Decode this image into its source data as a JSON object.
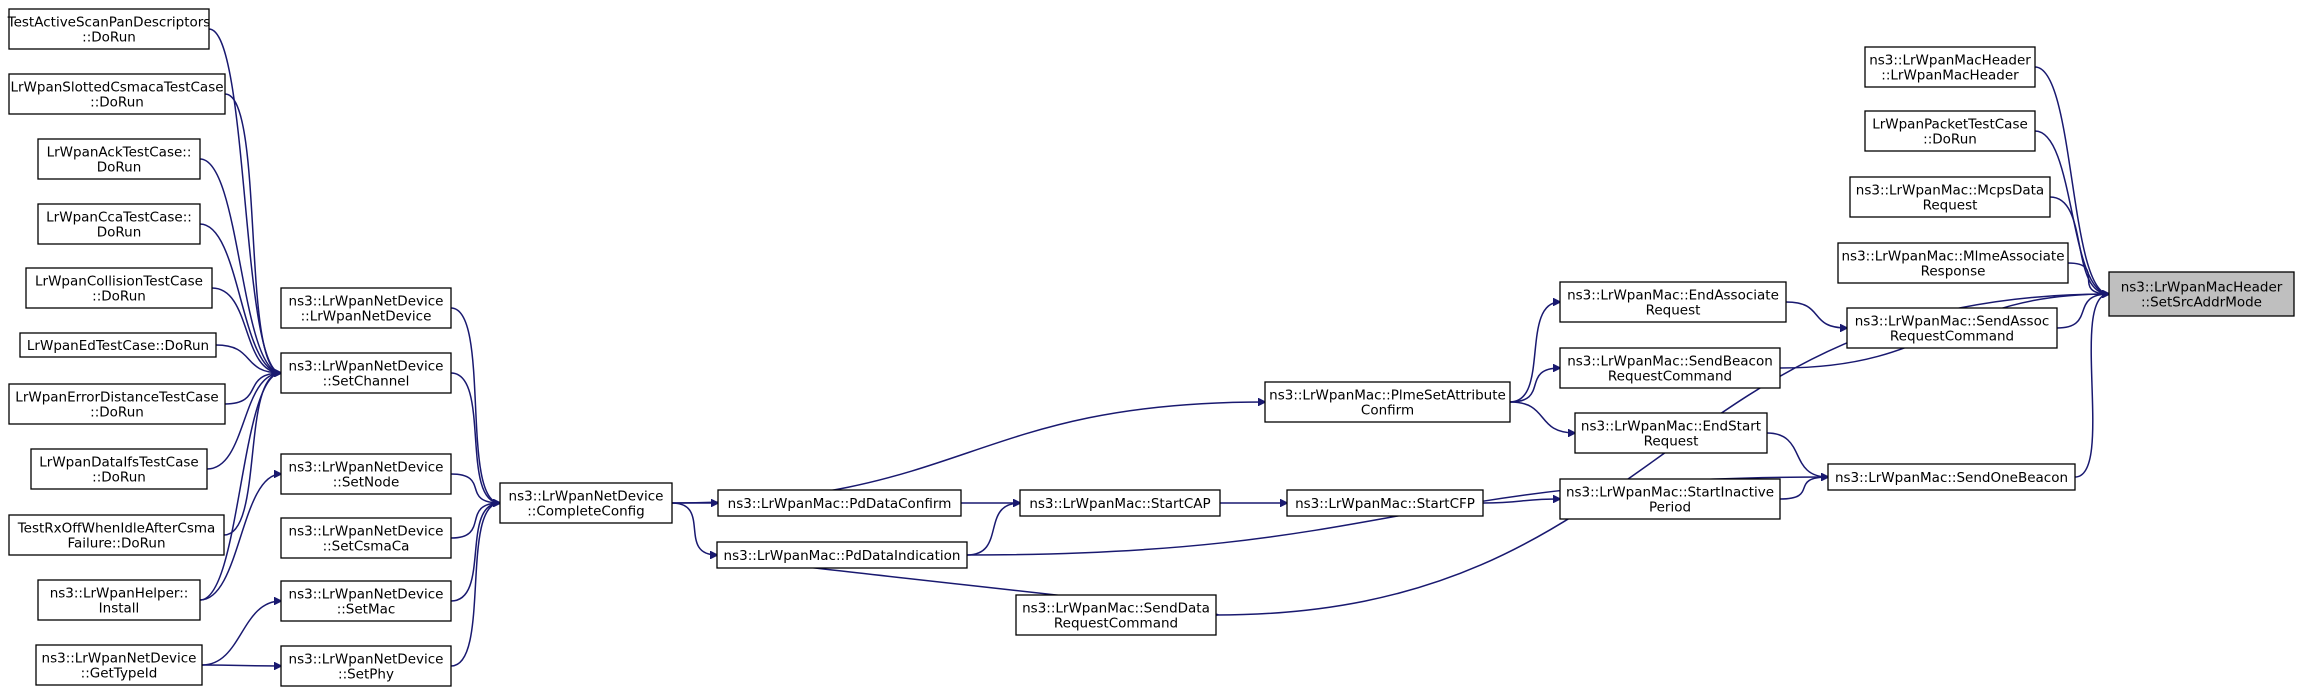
{
  "diagram": {
    "type": "caller-graph",
    "focus_node": "n0",
    "colors": {
      "edge": "#191970",
      "node_border": "#000000",
      "focus_fill": "#bfbfbf",
      "background": "#ffffff"
    },
    "nodes": [
      {
        "id": "n0",
        "lines": [
          "ns3::LrWpanMacHeader",
          "::SetSrcAddrMode"
        ]
      },
      {
        "id": "n1",
        "lines": [
          "ns3::LrWpanMacHeader",
          "::LrWpanMacHeader"
        ]
      },
      {
        "id": "n2",
        "lines": [
          "LrWpanPacketTestCase",
          "::DoRun"
        ]
      },
      {
        "id": "n3",
        "lines": [
          "ns3::LrWpanMac::McpsData",
          "Request"
        ]
      },
      {
        "id": "n4",
        "lines": [
          "ns3::LrWpanMac::MlmeAssociate",
          "Response"
        ]
      },
      {
        "id": "n5",
        "lines": [
          "ns3::LrWpanMac::SendAssoc",
          "RequestCommand"
        ]
      },
      {
        "id": "n6",
        "lines": [
          "ns3::LrWpanMac::EndAssociate",
          "Request"
        ]
      },
      {
        "id": "n7",
        "lines": [
          "ns3::LrWpanMac::SendBeacon",
          "RequestCommand"
        ]
      },
      {
        "id": "n8",
        "lines": [
          "ns3::LrWpanMac::PlmeSetAttribute",
          "Confirm"
        ]
      },
      {
        "id": "n9",
        "lines": [
          "ns3::LrWpanMac::EndStart",
          "Request"
        ]
      },
      {
        "id": "n10",
        "lines": [
          "ns3::LrWpanMac::SendOneBeacon"
        ]
      },
      {
        "id": "n11",
        "lines": [
          "ns3::LrWpanMac::StartInactive",
          "Period"
        ]
      },
      {
        "id": "n12",
        "lines": [
          "ns3::LrWpanMac::StartCFP"
        ]
      },
      {
        "id": "n13",
        "lines": [
          "ns3::LrWpanMac::StartCAP"
        ]
      },
      {
        "id": "n14",
        "lines": [
          "ns3::LrWpanMac::PdDataConfirm"
        ]
      },
      {
        "id": "n15",
        "lines": [
          "ns3::LrWpanMac::PdDataIndication"
        ]
      },
      {
        "id": "n16",
        "lines": [
          "ns3::LrWpanMac::SendData",
          "RequestCommand"
        ]
      },
      {
        "id": "n17",
        "lines": [
          "ns3::LrWpanNetDevice",
          "::CompleteConfig"
        ]
      },
      {
        "id": "n18",
        "lines": [
          "ns3::LrWpanNetDevice",
          "::LrWpanNetDevice"
        ]
      },
      {
        "id": "n19",
        "lines": [
          "ns3::LrWpanNetDevice",
          "::SetChannel"
        ]
      },
      {
        "id": "n20",
        "lines": [
          "ns3::LrWpanNetDevice",
          "::SetNode"
        ]
      },
      {
        "id": "n21",
        "lines": [
          "ns3::LrWpanNetDevice",
          "::SetCsmaCa"
        ]
      },
      {
        "id": "n22",
        "lines": [
          "ns3::LrWpanNetDevice",
          "::SetMac"
        ]
      },
      {
        "id": "n23",
        "lines": [
          "ns3::LrWpanNetDevice",
          "::SetPhy"
        ]
      },
      {
        "id": "n24",
        "lines": [
          "TestActiveScanPanDescriptors",
          "::DoRun"
        ]
      },
      {
        "id": "n25",
        "lines": [
          "LrWpanSlottedCsmacaTestCase",
          "::DoRun"
        ]
      },
      {
        "id": "n26",
        "lines": [
          "LrWpanAckTestCase::",
          "DoRun"
        ]
      },
      {
        "id": "n27",
        "lines": [
          "LrWpanCcaTestCase::",
          "DoRun"
        ]
      },
      {
        "id": "n28",
        "lines": [
          "LrWpanCollisionTestCase",
          "::DoRun"
        ]
      },
      {
        "id": "n29",
        "lines": [
          "LrWpanEdTestCase::DoRun"
        ]
      },
      {
        "id": "n30",
        "lines": [
          "LrWpanErrorDistanceTestCase",
          "::DoRun"
        ]
      },
      {
        "id": "n31",
        "lines": [
          "LrWpanDataIfsTestCase",
          "::DoRun"
        ]
      },
      {
        "id": "n32",
        "lines": [
          "TestRxOffWhenIdleAfterCsma",
          "Failure::DoRun"
        ]
      },
      {
        "id": "n33",
        "lines": [
          "ns3::LrWpanHelper::",
          "Install"
        ]
      },
      {
        "id": "n34",
        "lines": [
          "ns3::LrWpanNetDevice",
          "::GetTypeId"
        ]
      }
    ],
    "edges": [
      [
        "n1",
        "n0"
      ],
      [
        "n2",
        "n0"
      ],
      [
        "n3",
        "n0"
      ],
      [
        "n4",
        "n0"
      ],
      [
        "n5",
        "n0"
      ],
      [
        "n7",
        "n0"
      ],
      [
        "n10",
        "n0"
      ],
      [
        "n16",
        "n0"
      ],
      [
        "n6",
        "n5"
      ],
      [
        "n8",
        "n6"
      ],
      [
        "n8",
        "n7"
      ],
      [
        "n8",
        "n9"
      ],
      [
        "n9",
        "n10"
      ],
      [
        "n11",
        "n10"
      ],
      [
        "n15",
        "n10"
      ],
      [
        "n12",
        "n11"
      ],
      [
        "n13",
        "n12"
      ],
      [
        "n14",
        "n13"
      ],
      [
        "n15",
        "n13"
      ],
      [
        "n16",
        "n15"
      ],
      [
        "n17",
        "n8"
      ],
      [
        "n17",
        "n14"
      ],
      [
        "n17",
        "n15"
      ],
      [
        "n18",
        "n17"
      ],
      [
        "n19",
        "n17"
      ],
      [
        "n20",
        "n17"
      ],
      [
        "n21",
        "n17"
      ],
      [
        "n22",
        "n17"
      ],
      [
        "n23",
        "n17"
      ],
      [
        "n24",
        "n19"
      ],
      [
        "n25",
        "n19"
      ],
      [
        "n26",
        "n19"
      ],
      [
        "n27",
        "n19"
      ],
      [
        "n28",
        "n19"
      ],
      [
        "n29",
        "n19"
      ],
      [
        "n30",
        "n19"
      ],
      [
        "n31",
        "n19"
      ],
      [
        "n32",
        "n19"
      ],
      [
        "n33",
        "n19"
      ],
      [
        "n33",
        "n20"
      ],
      [
        "n34",
        "n22"
      ],
      [
        "n34",
        "n23"
      ]
    ]
  }
}
